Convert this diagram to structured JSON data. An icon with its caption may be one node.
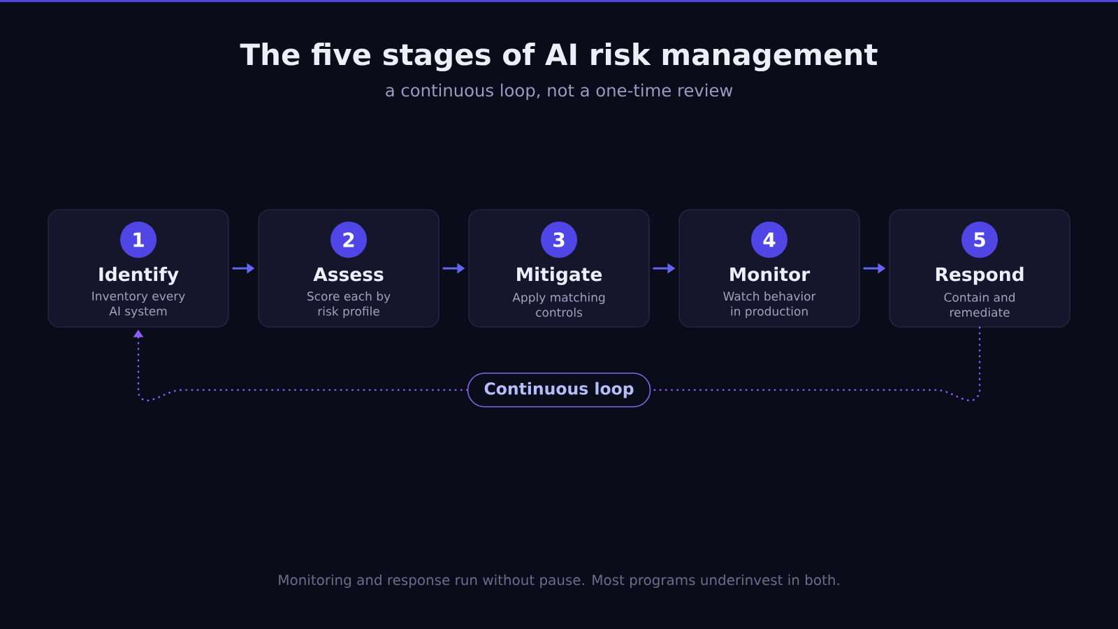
{
  "diagram": {
    "title": "The five stages of AI risk management",
    "caption": "Monitoring and response run without pause. Most programs underinvest in both.",
    "nodes": [
      {
        "text": [
          "Identify",
          "Inventory every AI system"
        ]
      },
      {
        "text": [
          "1"
        ],
        "in": 0
      },
      {
        "text": [
          "Assess",
          "Score each by risk profile"
        ]
      },
      {
        "text": [
          "2"
        ],
        "in": 2
      },
      {
        "text": [
          "Mitigate",
          "Apply matching controls"
        ]
      },
      {
        "text": [
          "3"
        ],
        "in": 4
      },
      {
        "text": [
          "Monitor",
          "Watch behavior in production"
        ]
      },
      {
        "text": [
          "4"
        ],
        "in": 6
      },
      {
        "text": [
          "Respond",
          "Contain and remediate"
        ]
      },
      {
        "text": [
          "5"
        ],
        "in": 8
      },
      {
        "text": [
          "Continuous loop"
        ]
      }
    ],
    "edges": [
      {
        "from": 0,
        "to": 2,
        "arrow": "to"
      },
      {
        "from": 2,
        "to": 4,
        "arrow": "to"
      },
      {
        "from": 4,
        "to": 6,
        "arrow": "to"
      },
      {
        "from": 6,
        "to": 8,
        "arrow": "to"
      },
      {
        "from": 8,
        "to": 10,
        "arrow": "none",
        "style": "dashed",
        "color": "#8b5cf6"
      },
      {
        "from": 10,
        "to": 0,
        "arrow": "to",
        "style": "dashed",
        "color": "#8b5cf6"
      }
    ],
    "labels": [
      "a continuous loop, not a one-time review"
    ]
  }
}
